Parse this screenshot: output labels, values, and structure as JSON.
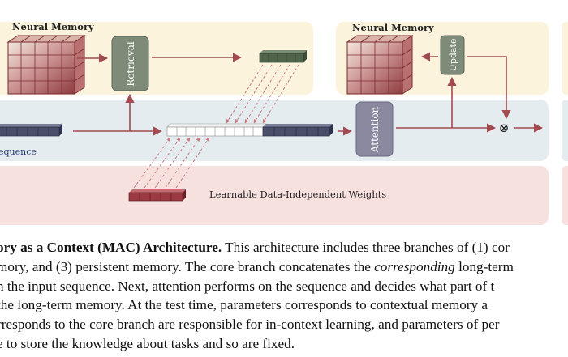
{
  "figure": {
    "left_panel_title": "Neural Memory",
    "right_panel_title": "Neural Memory",
    "retrieval_label": "Retrieval",
    "update_label": "Update",
    "attention_label": "Attention",
    "sequence_label": "equence",
    "persistent_label": "Learnable Data-Independent Weights",
    "combine_symbol": "⊗",
    "colors": {
      "memory_panel": "#fbf3dc",
      "core_panel": "#e5ecf0",
      "persistent_panel": "#f7e1df",
      "retrieval_box": "#7d8b78",
      "update_box": "#7d8b78",
      "attention_box": "#8b89a0",
      "arrow": "#a34a50",
      "retrieved_tokens": "#50644c",
      "sequence_tokens": "#4a4e69",
      "persistent_tokens": "#9b3a41"
    }
  },
  "caption": {
    "line1_bold": "ory as a Context (MAC) Architecture.",
    "line1_text": " This architecture includes three branches of (1) cor",
    "line2": "mory, and (3) persistent memory. The core branch concatenates the ",
    "line2_italic": "corresponding",
    "line2_end": " long-term",
    "line3": "n the input sequence. Next, attention performs on the sequence and decides what part of t",
    "line4": "the long-term memory. At the test time, parameters corresponds to contextual memory a",
    "line5": "rresponds to the core branch are responsible for in-context learning, and parameters of per",
    "line6": "e to store the knowledge about tasks and so are fixed."
  }
}
